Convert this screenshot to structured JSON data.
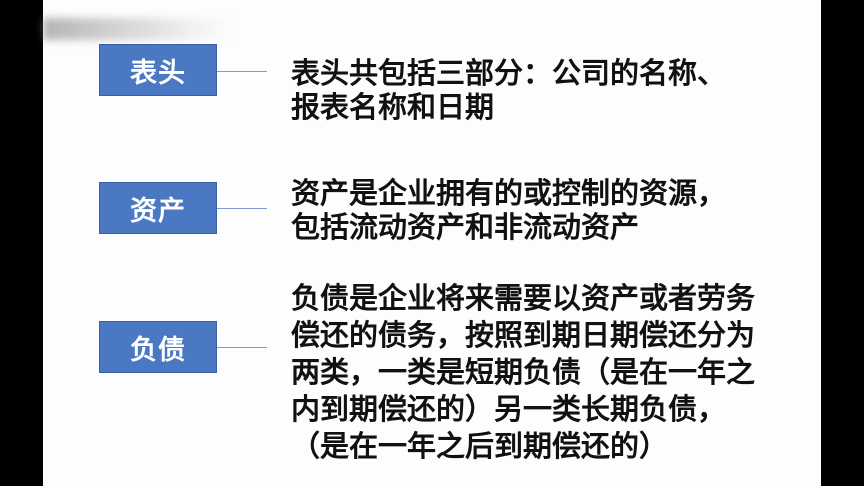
{
  "items": [
    {
      "label": "表头",
      "lines": [
        "表头共包括三部分：公司的名称、",
        "报表名称和日期"
      ]
    },
    {
      "label": "资产",
      "lines": [
        "资产是企业拥有的或控制的资源，",
        "包括流动资产和非流动资产"
      ]
    },
    {
      "label": "负债",
      "lines": [
        "负债是企业将来需要以资产或者劳务",
        "偿还的债务，按照到期日期偿还分为",
        "两类，一类是短期负债（是在一年之",
        "内到期偿还的）另一类长期负债，",
        "（是在一年之后到期偿还的）"
      ]
    }
  ],
  "colors": {
    "box": "#4a78c2",
    "text": "#111111",
    "background": "#fdfdfd"
  }
}
